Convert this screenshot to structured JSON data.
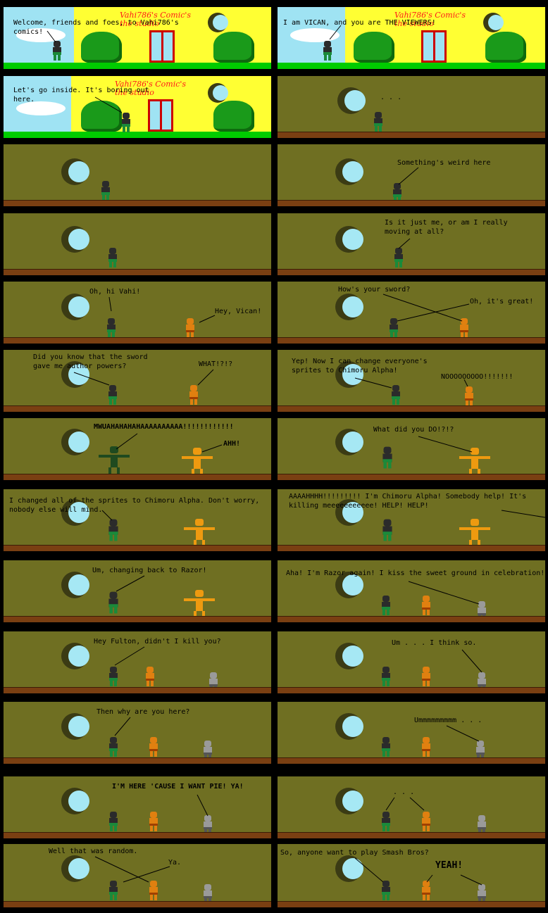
{
  "comic": {
    "studio_sign": "Vahi786's Comic's the studio",
    "panels": [
      {
        "texts": [
          "Welcome, friends and foes, to Vahi786's\ncomics!"
        ]
      },
      {
        "texts": [
          "I am VICAN, and you are THE VIEWERS!"
        ]
      },
      {
        "texts": [
          "Let's go inside. It's boring out\nhere."
        ]
      },
      {
        "texts": [
          ". . ."
        ]
      },
      {
        "texts": []
      },
      {
        "texts": [
          "Something's weird here"
        ]
      },
      {
        "texts": []
      },
      {
        "texts": [
          "Is it just me, or am I really\nmoving at all?"
        ]
      },
      {
        "texts": [
          "Oh, hi Vahi!",
          "Hey, Vican!"
        ]
      },
      {
        "texts": [
          "How's your sword?",
          "Oh, it's great!"
        ]
      },
      {
        "texts": [
          "Did you know that the sword\ngave me author powers?",
          "WHAT!?!?"
        ]
      },
      {
        "texts": [
          "Yep! Now I can change everyone's\nsprites to Chimoru Alpha!",
          "NOOOOOOOOO!!!!!!!"
        ]
      },
      {
        "texts": [
          "MWUAHAHAHAHAAAAAAAAAA!!!!!!!!!!!!",
          "AHH!"
        ]
      },
      {
        "texts": [
          "What did you DO!?!?"
        ]
      },
      {
        "texts": [
          "I changed all of the sprites to Chimoru Alpha. Don't worry,\nnobody else will mind."
        ]
      },
      {
        "texts": [
          "AAAAHHHH!!!!!!!!! I'm Chimoru Alpha! Somebody help! It's\nkilling meeeeeeeeeee! HELP! HELP!"
        ]
      },
      {
        "texts": [
          "Um, changing back to Razor!"
        ]
      },
      {
        "texts": [
          "Aha! I'm Razor again! I kiss the sweet ground in celebration!"
        ]
      },
      {
        "texts": [
          "Hey Fulton, didn't I kill you?"
        ]
      },
      {
        "texts": [
          "Um . . . I think so."
        ]
      },
      {
        "texts": [
          "Then why are you here?"
        ]
      },
      {
        "texts": [
          "Ummmmmmmmm . . ."
        ]
      },
      {
        "texts": [
          "I'M HERE 'CAUSE I WANT PIE! YA!"
        ]
      },
      {
        "texts": [
          ". . ."
        ]
      },
      {
        "texts": [
          "Well that was random.",
          "Ya."
        ]
      },
      {
        "texts": [
          "So, anyone want to play Smash Bros?",
          "YEAH!"
        ]
      }
    ]
  }
}
